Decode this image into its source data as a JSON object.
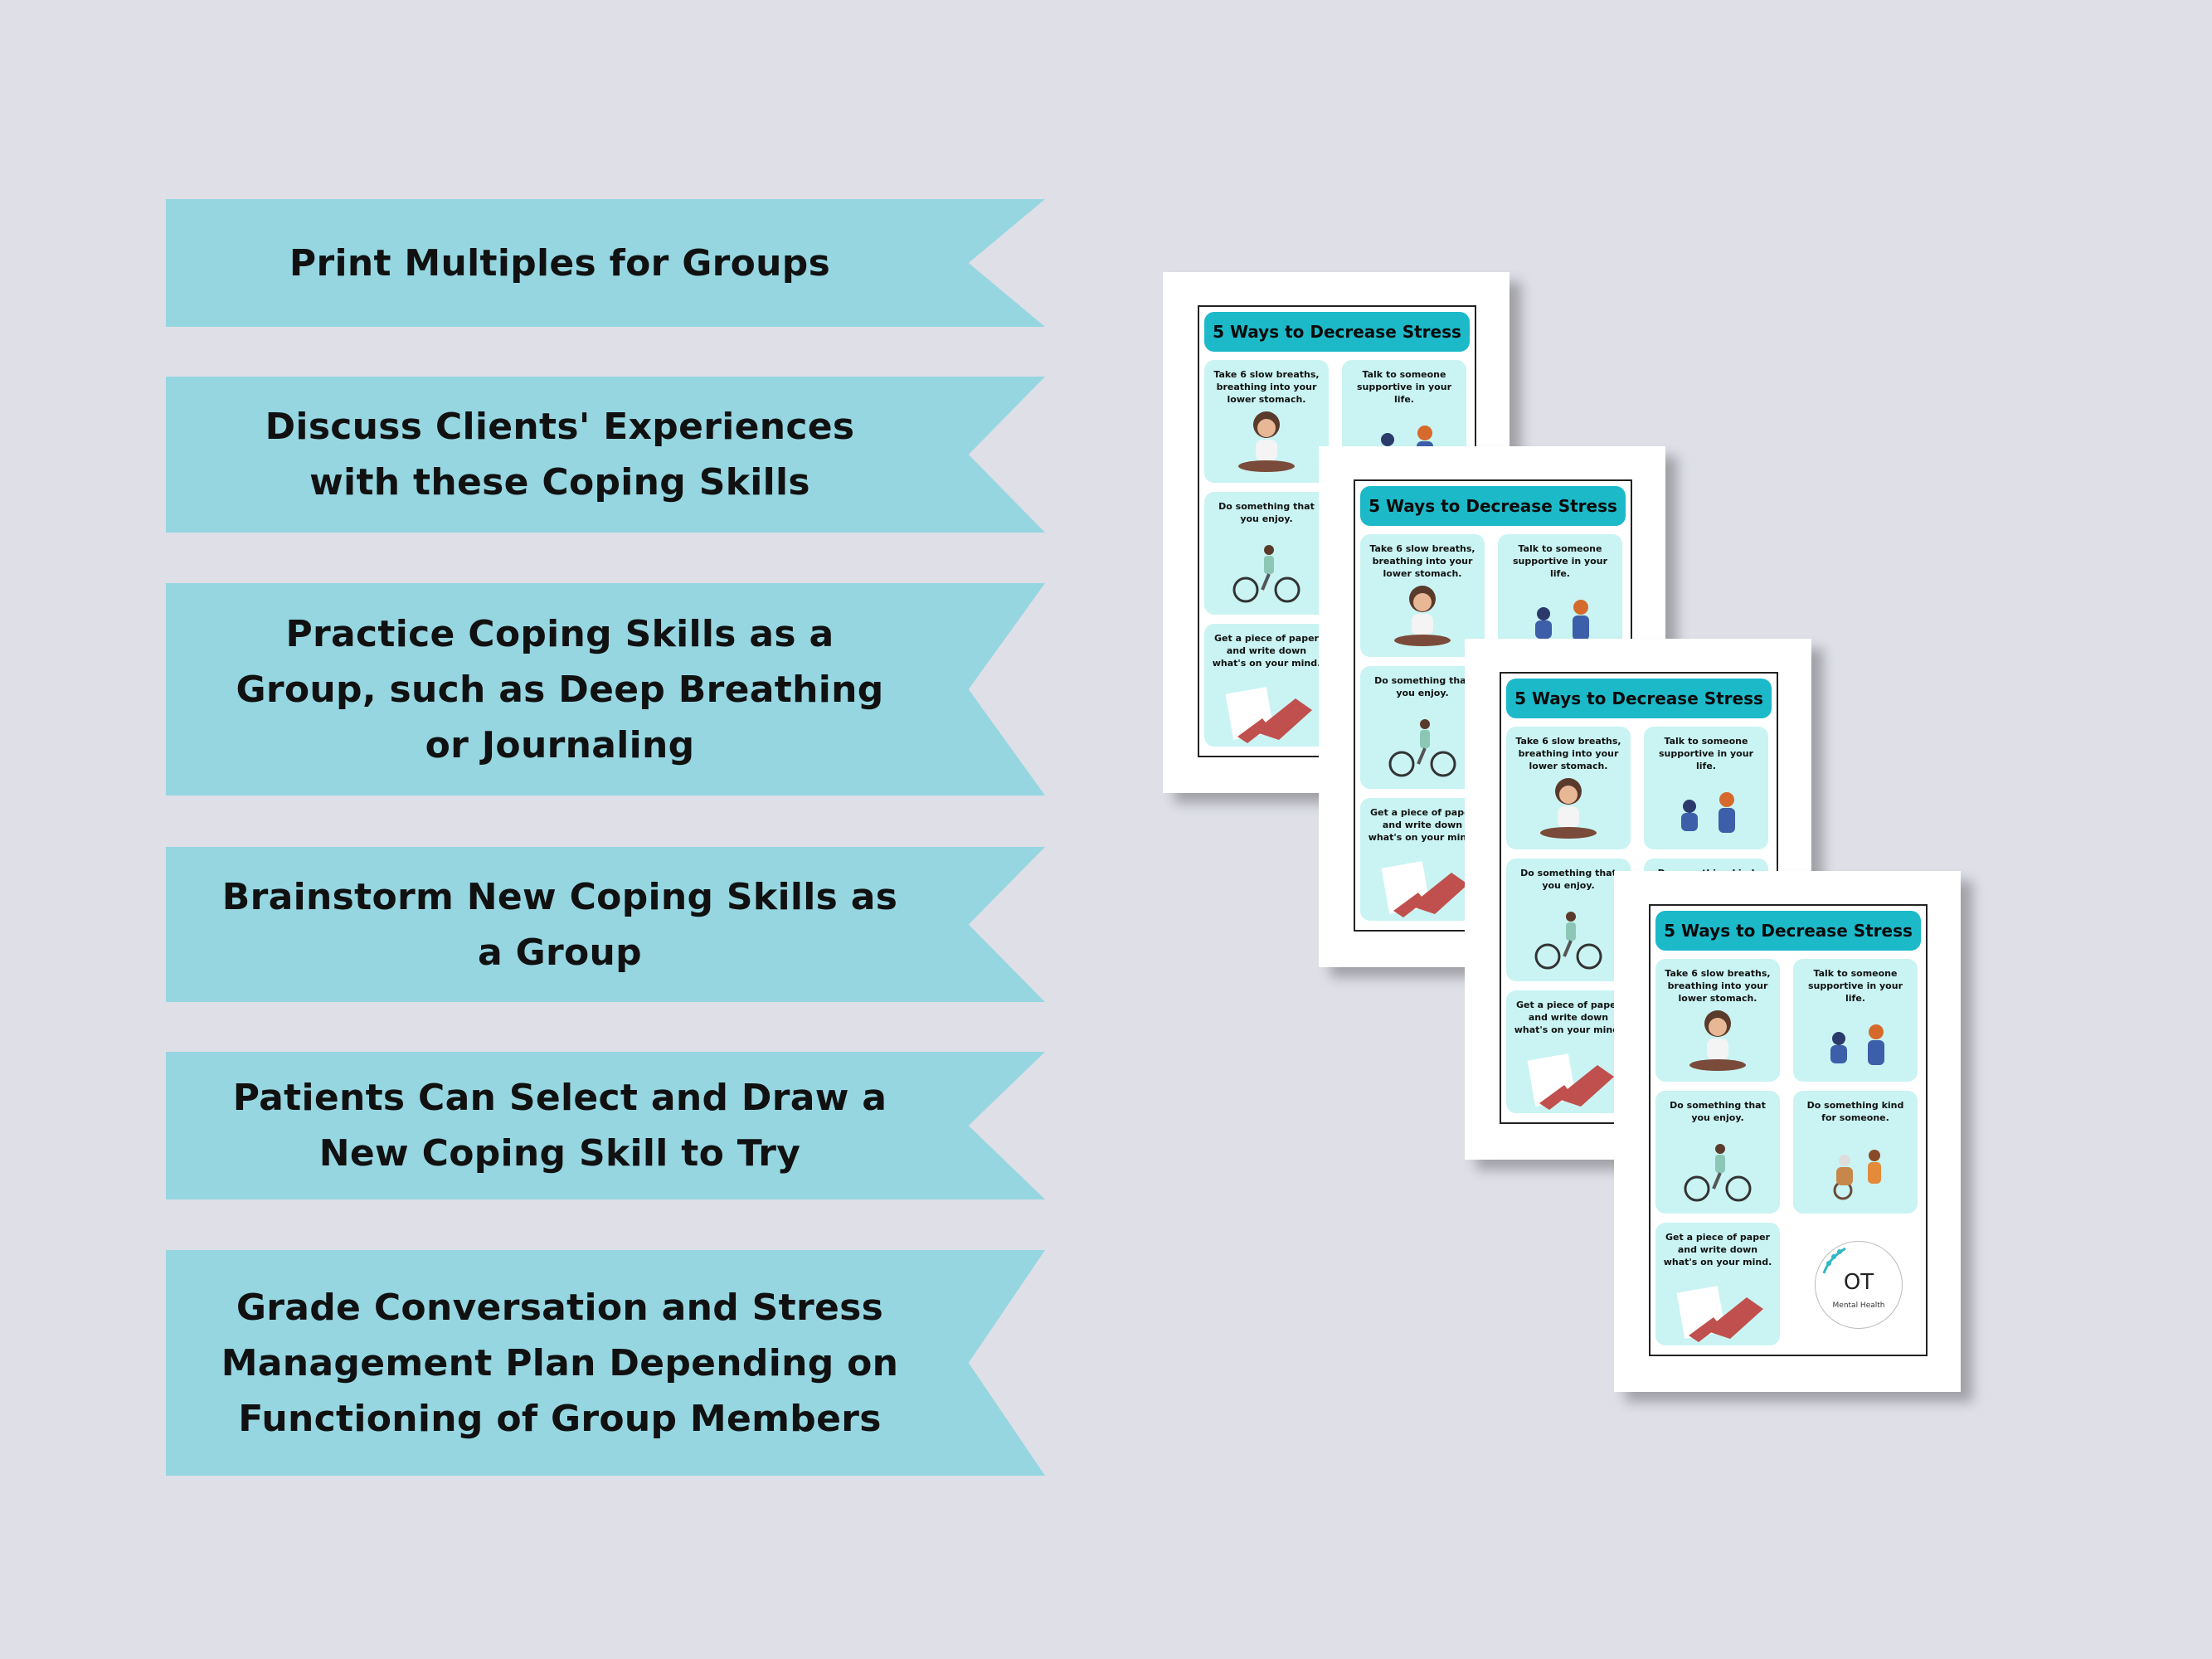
{
  "ribbons": [
    {
      "text": "Print Multiples for Groups"
    },
    {
      "text": "Discuss Clients' Experiences with these Coping Skills"
    },
    {
      "text": "Practice Coping Skills as a Group, such as Deep Breathing or Journaling"
    },
    {
      "text": "Brainstorm New Coping Skills as a Group"
    },
    {
      "text": "Patients Can Select and Draw a New Coping Skill to Try"
    },
    {
      "text": "Grade Conversation and Stress Management Plan Depending on Functioning of Group Members"
    }
  ],
  "worksheet": {
    "title": "5 Ways to Decrease Stress",
    "cards": [
      {
        "text": "Take 6 slow breaths, breathing into your lower stomach.",
        "icon": "meditating-person-icon"
      },
      {
        "text": "Talk to someone supportive in your life.",
        "icon": "two-people-talking-icon"
      },
      {
        "text": "Do something that you enjoy.",
        "icon": "cyclist-icon"
      },
      {
        "text": "Do something kind for someone.",
        "icon": "helping-elder-icon"
      },
      {
        "text": "Get a piece of paper and write down what's on your mind.",
        "icon": "hand-writing-icon"
      }
    ],
    "logo": {
      "main": "OT",
      "sub": "Mental Health",
      "icon": "laurel-icon"
    }
  },
  "colors": {
    "background": "#dedfe7",
    "ribbon": "#95d6e1",
    "title_bar": "#1cb9c9",
    "card": "#c9f4f3"
  }
}
